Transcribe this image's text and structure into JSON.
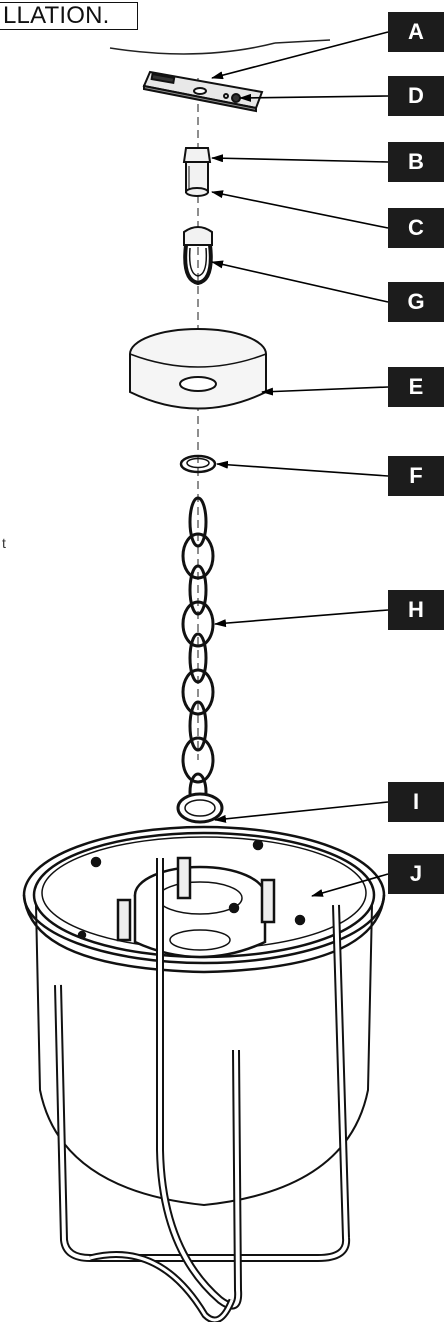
{
  "header": {
    "text": "LLATION."
  },
  "labels": {
    "A": "A",
    "B": "B",
    "C": "C",
    "D": "D",
    "E": "E",
    "F": "F",
    "G": "G",
    "H": "H",
    "I": "I",
    "J": "J"
  },
  "margin_fragment": "t"
}
